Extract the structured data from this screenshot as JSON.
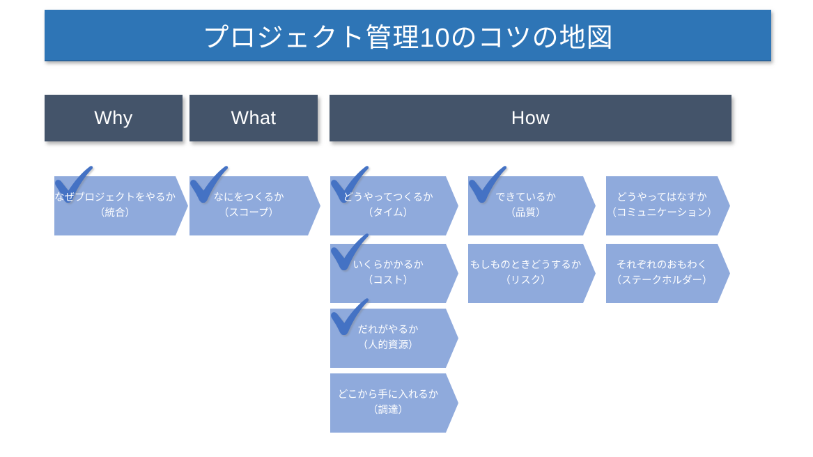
{
  "title": {
    "text": "プロジェクト管理10のコツの地図"
  },
  "colors": {
    "title_bg": "#2E75B6",
    "header_bg": "#44546A",
    "card_bg": "#8FAADC",
    "check": "#4472C4",
    "text_on_dark": "#FFFFFF"
  },
  "headers": [
    {
      "label": "Why"
    },
    {
      "label": "What"
    },
    {
      "label": "How"
    }
  ],
  "cards": [
    {
      "line1": "なぜプロジェクトをやるか",
      "line2": "（統合）",
      "checked": true
    },
    {
      "line1": "なにをつくるか",
      "line2": "（スコープ）",
      "checked": true
    },
    {
      "line1": "どうやってつくるか",
      "line2": "（タイム）",
      "checked": true
    },
    {
      "line1": "できているか",
      "line2": "（品質）",
      "checked": true
    },
    {
      "line1": "どうやってはなすか",
      "line2": "（コミュニケーション）",
      "checked": false
    },
    {
      "line1": "いくらかかるか",
      "line2": "（コスト）",
      "checked": true
    },
    {
      "line1": "もしものときどうするか",
      "line2": "（リスク）",
      "checked": false
    },
    {
      "line1": "それぞれのおもわく",
      "line2": "（ステークホルダー）",
      "checked": false
    },
    {
      "line1": "だれがやるか",
      "line2": "（人的資源）",
      "checked": true
    },
    {
      "line1": "どこから手に入れるか",
      "line2": "（調達）",
      "checked": false
    }
  ]
}
